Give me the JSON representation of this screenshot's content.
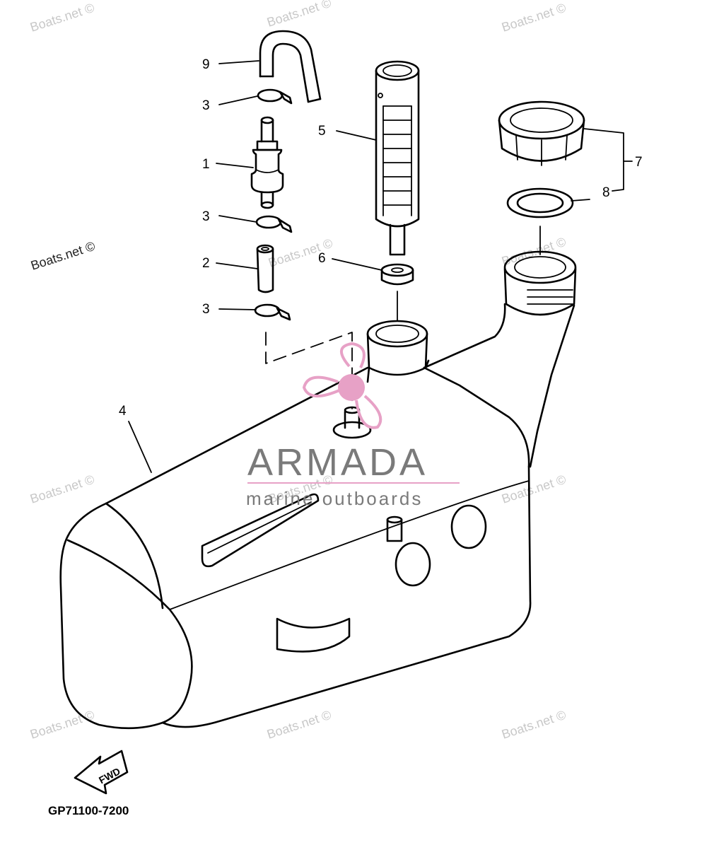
{
  "watermark": {
    "text": "Boats.net ©"
  },
  "callouts": [
    "9",
    "3",
    "1",
    "3",
    "2",
    "3",
    "5",
    "6",
    "7",
    "8",
    "4"
  ],
  "logo": {
    "name": "ARMADA",
    "tagline": "marine outboards",
    "accent": "#e7a1c6"
  },
  "fwd_label": "FWD",
  "diagram_code": "GP71100-7200"
}
